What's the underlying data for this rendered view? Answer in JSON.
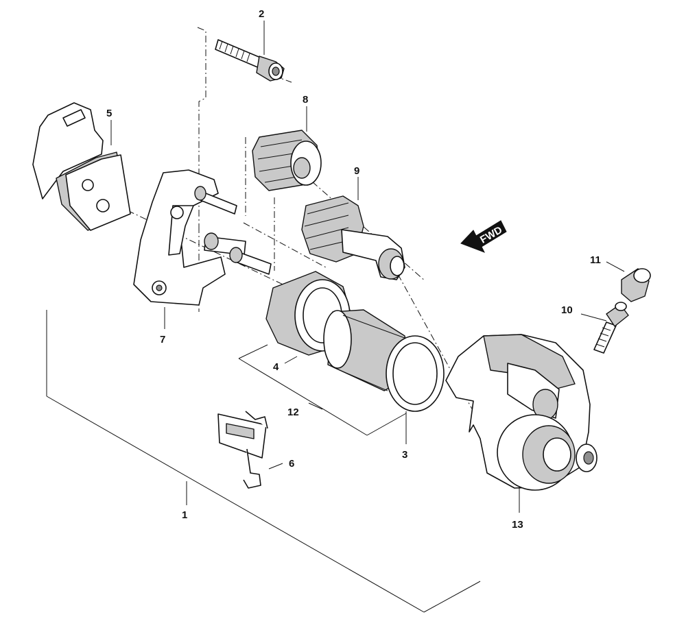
{
  "diagram": {
    "callouts": {
      "c1": "1",
      "c2": "2",
      "c3": "3",
      "c4": "4",
      "c5": "5",
      "c6": "6",
      "c7": "7",
      "c8": "8",
      "c9": "9",
      "c10": "10",
      "c11": "11",
      "c12": "12",
      "c13": "13"
    },
    "arrow_label": "FWD"
  },
  "colors": {
    "line": "#111111",
    "shade": "#c9c9c9",
    "dark": "#8f8f8f",
    "background": "#ffffff"
  }
}
